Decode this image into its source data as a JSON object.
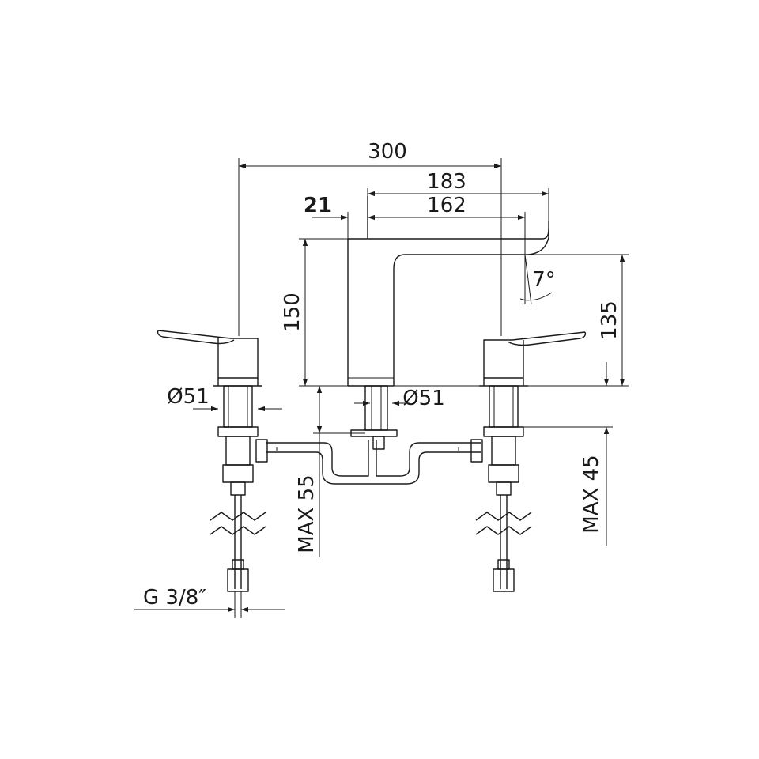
{
  "dimensions": {
    "overall_width": "300",
    "spout_reach": "183",
    "spout_outlet": "162",
    "spout_offset": "21",
    "total_height": "150",
    "outlet_height": "135",
    "spout_angle": "7°",
    "handle_base_diameter": "Ø51",
    "spout_base_diameter": "Ø51",
    "max_deck_spout": "MAX 55",
    "max_deck_handle": "MAX 45",
    "thread": "G 3/8″"
  }
}
